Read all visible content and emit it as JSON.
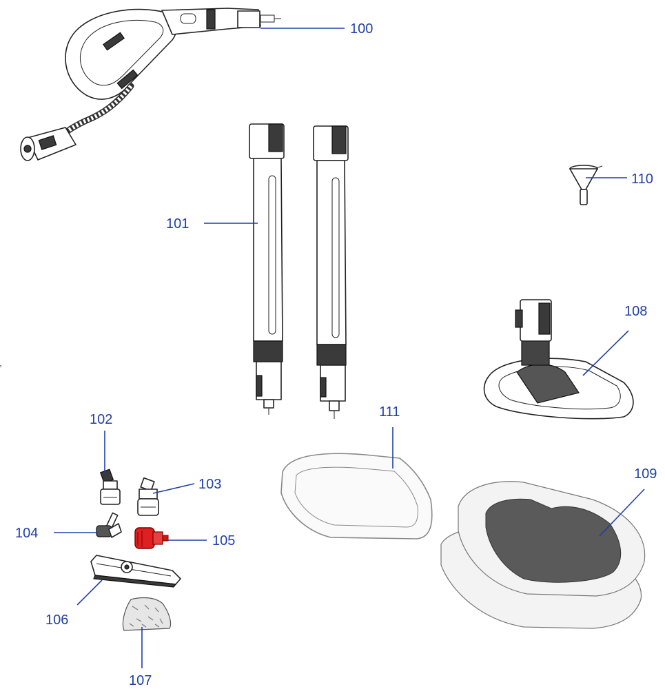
{
  "parts": [
    {
      "id": "100",
      "label": "100",
      "name": "steam hose handle"
    },
    {
      "id": "101",
      "label": "101",
      "name": "extension tube"
    },
    {
      "id": "102",
      "label": "102",
      "name": "small brush"
    },
    {
      "id": "103",
      "label": "103",
      "name": "round brush"
    },
    {
      "id": "104",
      "label": "104",
      "name": "angled nozzle"
    },
    {
      "id": "105",
      "label": "105",
      "name": "highlighted nozzle"
    },
    {
      "id": "106",
      "label": "106",
      "name": "window squeegee"
    },
    {
      "id": "107",
      "label": "107",
      "name": "cloth cover"
    },
    {
      "id": "108",
      "label": "108",
      "name": "floor head"
    },
    {
      "id": "109",
      "label": "109",
      "name": "microfiber pads"
    },
    {
      "id": "110",
      "label": "110",
      "name": "filling funnel"
    },
    {
      "id": "111",
      "label": "111",
      "name": "carpet glider"
    }
  ],
  "colors": {
    "label": "#1f3fa8",
    "highlight": "#e02020",
    "ink": "#222222"
  }
}
